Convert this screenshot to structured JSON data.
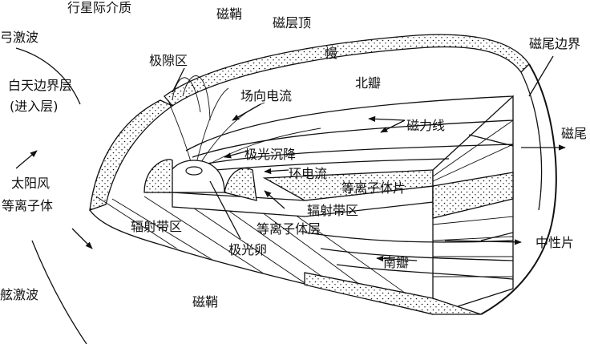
{
  "labels": {
    "interplanetary_medium": "行星际介质",
    "magnetosheath_top": "磁鞘",
    "bow_wave": "弓激波",
    "magnetopause_top": "磁层顶",
    "mantle": "幔",
    "magnetotail_boundary": "磁尾边界",
    "polar_cusp": "极隙区",
    "north_lobe": "北瓣",
    "dayside_boundary_1": "白天边界层",
    "dayside_boundary_2": "(进入层)",
    "field_aligned_current": "场向电流",
    "field_lines": "磁力线",
    "magnetotail": "磁尾",
    "aurora_precipitation": "极光沉降",
    "ring_current": "环电流",
    "solar_wind_1": "太阳风",
    "solar_wind_2": "等离子体",
    "plasma_sheet": "等离子体片",
    "radiation_belt_left": "辐射带区",
    "radiation_belt_right": "辐射带区",
    "plasma_layer": "等离子体层",
    "neutral_sheet": "中性片",
    "aurora_oval": "极光卵",
    "south_lobe": "南瓣",
    "bow_shock": "舷激波",
    "magnetosheath_bottom": "磁鞘"
  },
  "colors": {
    "ink": "#111111",
    "paper": "#ffffff"
  }
}
